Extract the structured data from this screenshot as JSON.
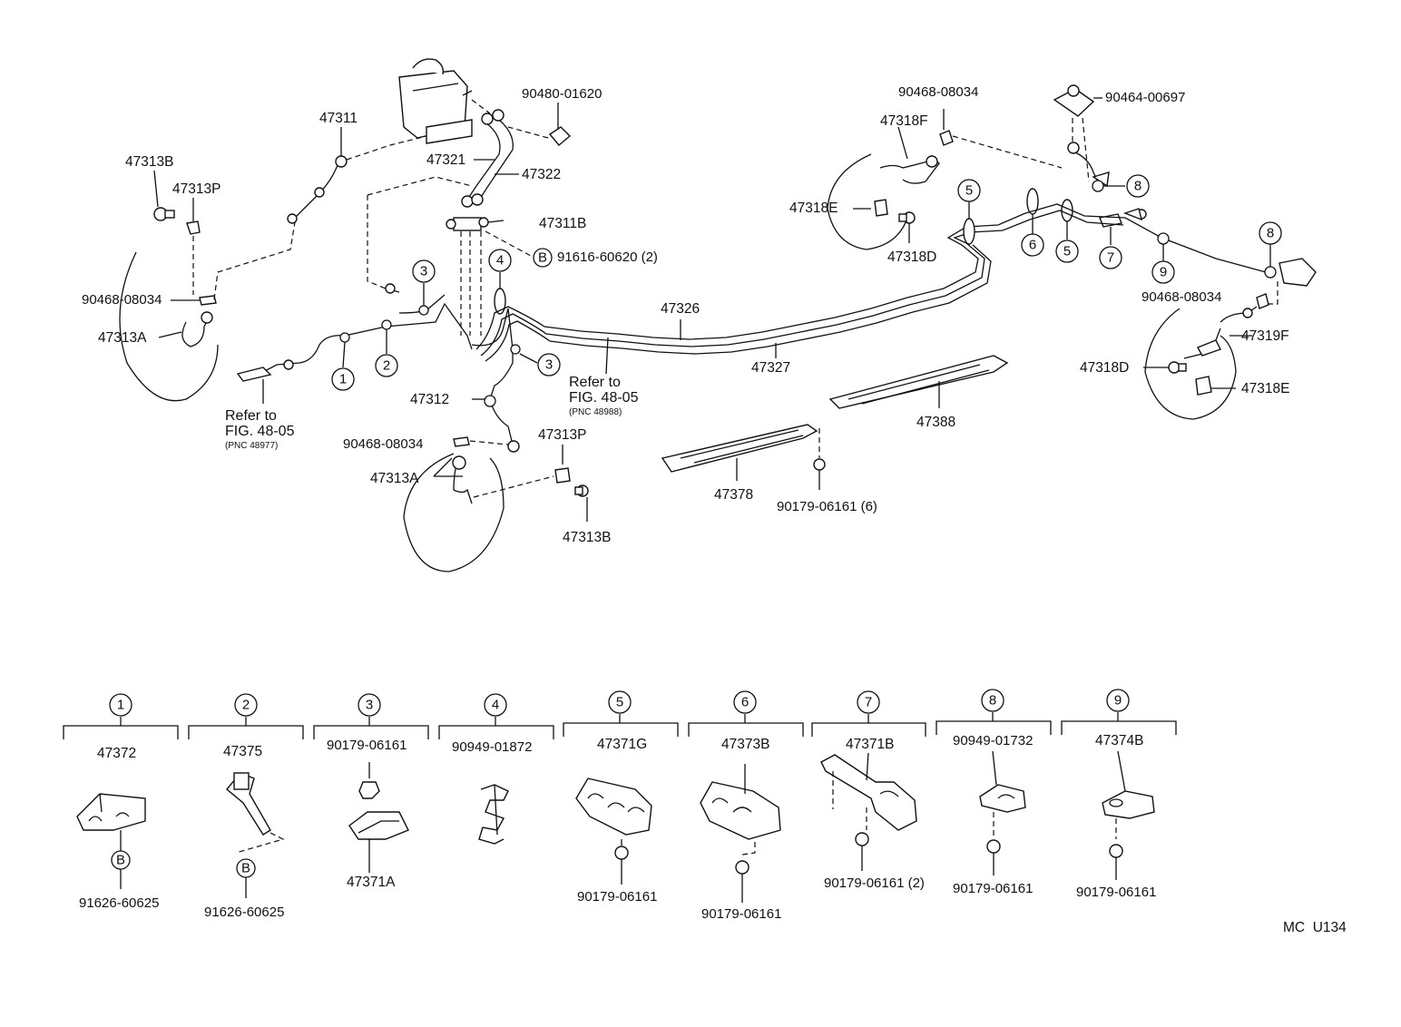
{
  "labels": {
    "p47311": "47311",
    "p47313B_l": "47313B",
    "p47313P_l": "47313P",
    "p90468_l": "90468-08034",
    "p47313A_l": "47313A",
    "p90480": "90480-01620",
    "p47321": "47321",
    "p47322": "47322",
    "p47311B": "47311B",
    "p91616": "91616-60620 (2)",
    "p47312": "47312",
    "p90468_c": "90468-08034",
    "p47313A_c": "47313A",
    "p47313P_c": "47313P",
    "p47313B_c": "47313B",
    "p47326": "47326",
    "p47327": "47327",
    "p47388": "47388",
    "p47378": "47378",
    "p90179_6": "90179-06161 (6)",
    "p90468_t": "90468-08034",
    "p47318F": "47318F",
    "p47318E_l": "47318E",
    "p47318D_l": "47318D",
    "p90464": "90464-00697",
    "p90468_r": "90468-08034",
    "p47319F": "47319F",
    "p47318D_r": "47318D",
    "p47318E_r": "47318E"
  },
  "refs": [
    {
      "line1": "Refer to",
      "line2": "FIG. 48-05",
      "line3": "(PNC 48977)"
    },
    {
      "line1": "Refer to",
      "line2": "FIG. 48-05",
      "line3": "(PNC 48988)"
    }
  ],
  "callouts": {
    "c1": "1",
    "c2": "2",
    "c3a": "3",
    "c3b": "3",
    "c4": "4",
    "c5a": "5",
    "c5b": "5",
    "c6": "6",
    "c7": "7",
    "c8a": "8",
    "c8b": "8",
    "c9": "9",
    "bA": "B",
    "bB": "B",
    "bC": "B"
  },
  "legend": [
    {
      "num": "1",
      "part": "47372",
      "sub": "91626-60625"
    },
    {
      "num": "2",
      "part": "47375",
      "sub": "91626-60625"
    },
    {
      "num": "3",
      "part": "90179-06161",
      "sub": "47371A"
    },
    {
      "num": "4",
      "part": "90949-01872",
      "sub": ""
    },
    {
      "num": "5",
      "part": "47371G",
      "sub": "90179-06161"
    },
    {
      "num": "6",
      "part": "47373B",
      "sub": "90179-06161"
    },
    {
      "num": "7",
      "part": "47371B",
      "sub": "90179-06161 (2)"
    },
    {
      "num": "8",
      "part": "90949-01732",
      "sub": "90179-06161"
    },
    {
      "num": "9",
      "part": "47374B",
      "sub": "90179-06161"
    }
  ],
  "code": "MC  U134"
}
